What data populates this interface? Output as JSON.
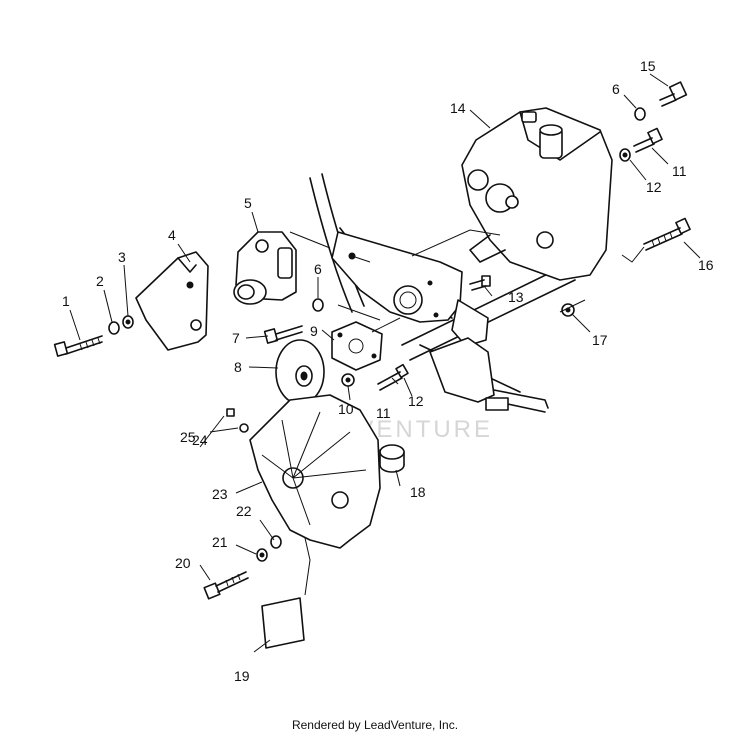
{
  "callouts": [
    {
      "id": "1",
      "label": "1"
    },
    {
      "id": "2",
      "label": "2"
    },
    {
      "id": "3",
      "label": "3"
    },
    {
      "id": "4",
      "label": "4"
    },
    {
      "id": "5",
      "label": "5"
    },
    {
      "id": "6a",
      "label": "6"
    },
    {
      "id": "6b",
      "label": "6"
    },
    {
      "id": "7",
      "label": "7"
    },
    {
      "id": "8",
      "label": "8"
    },
    {
      "id": "9",
      "label": "9"
    },
    {
      "id": "10",
      "label": "10"
    },
    {
      "id": "11a",
      "label": "11"
    },
    {
      "id": "11b",
      "label": "11"
    },
    {
      "id": "12a",
      "label": "12"
    },
    {
      "id": "12b",
      "label": "12"
    },
    {
      "id": "13",
      "label": "13"
    },
    {
      "id": "14",
      "label": "14"
    },
    {
      "id": "15",
      "label": "15"
    },
    {
      "id": "16",
      "label": "16"
    },
    {
      "id": "17",
      "label": "17"
    },
    {
      "id": "18",
      "label": "18"
    },
    {
      "id": "19",
      "label": "19"
    },
    {
      "id": "20",
      "label": "20"
    },
    {
      "id": "21",
      "label": "21"
    },
    {
      "id": "22",
      "label": "22"
    },
    {
      "id": "23",
      "label": "23"
    },
    {
      "id": "24",
      "label": "24"
    },
    {
      "id": "25",
      "label": "25"
    }
  ],
  "watermark": "ADVENTURE",
  "footer": "Rendered by LeadVenture, Inc."
}
